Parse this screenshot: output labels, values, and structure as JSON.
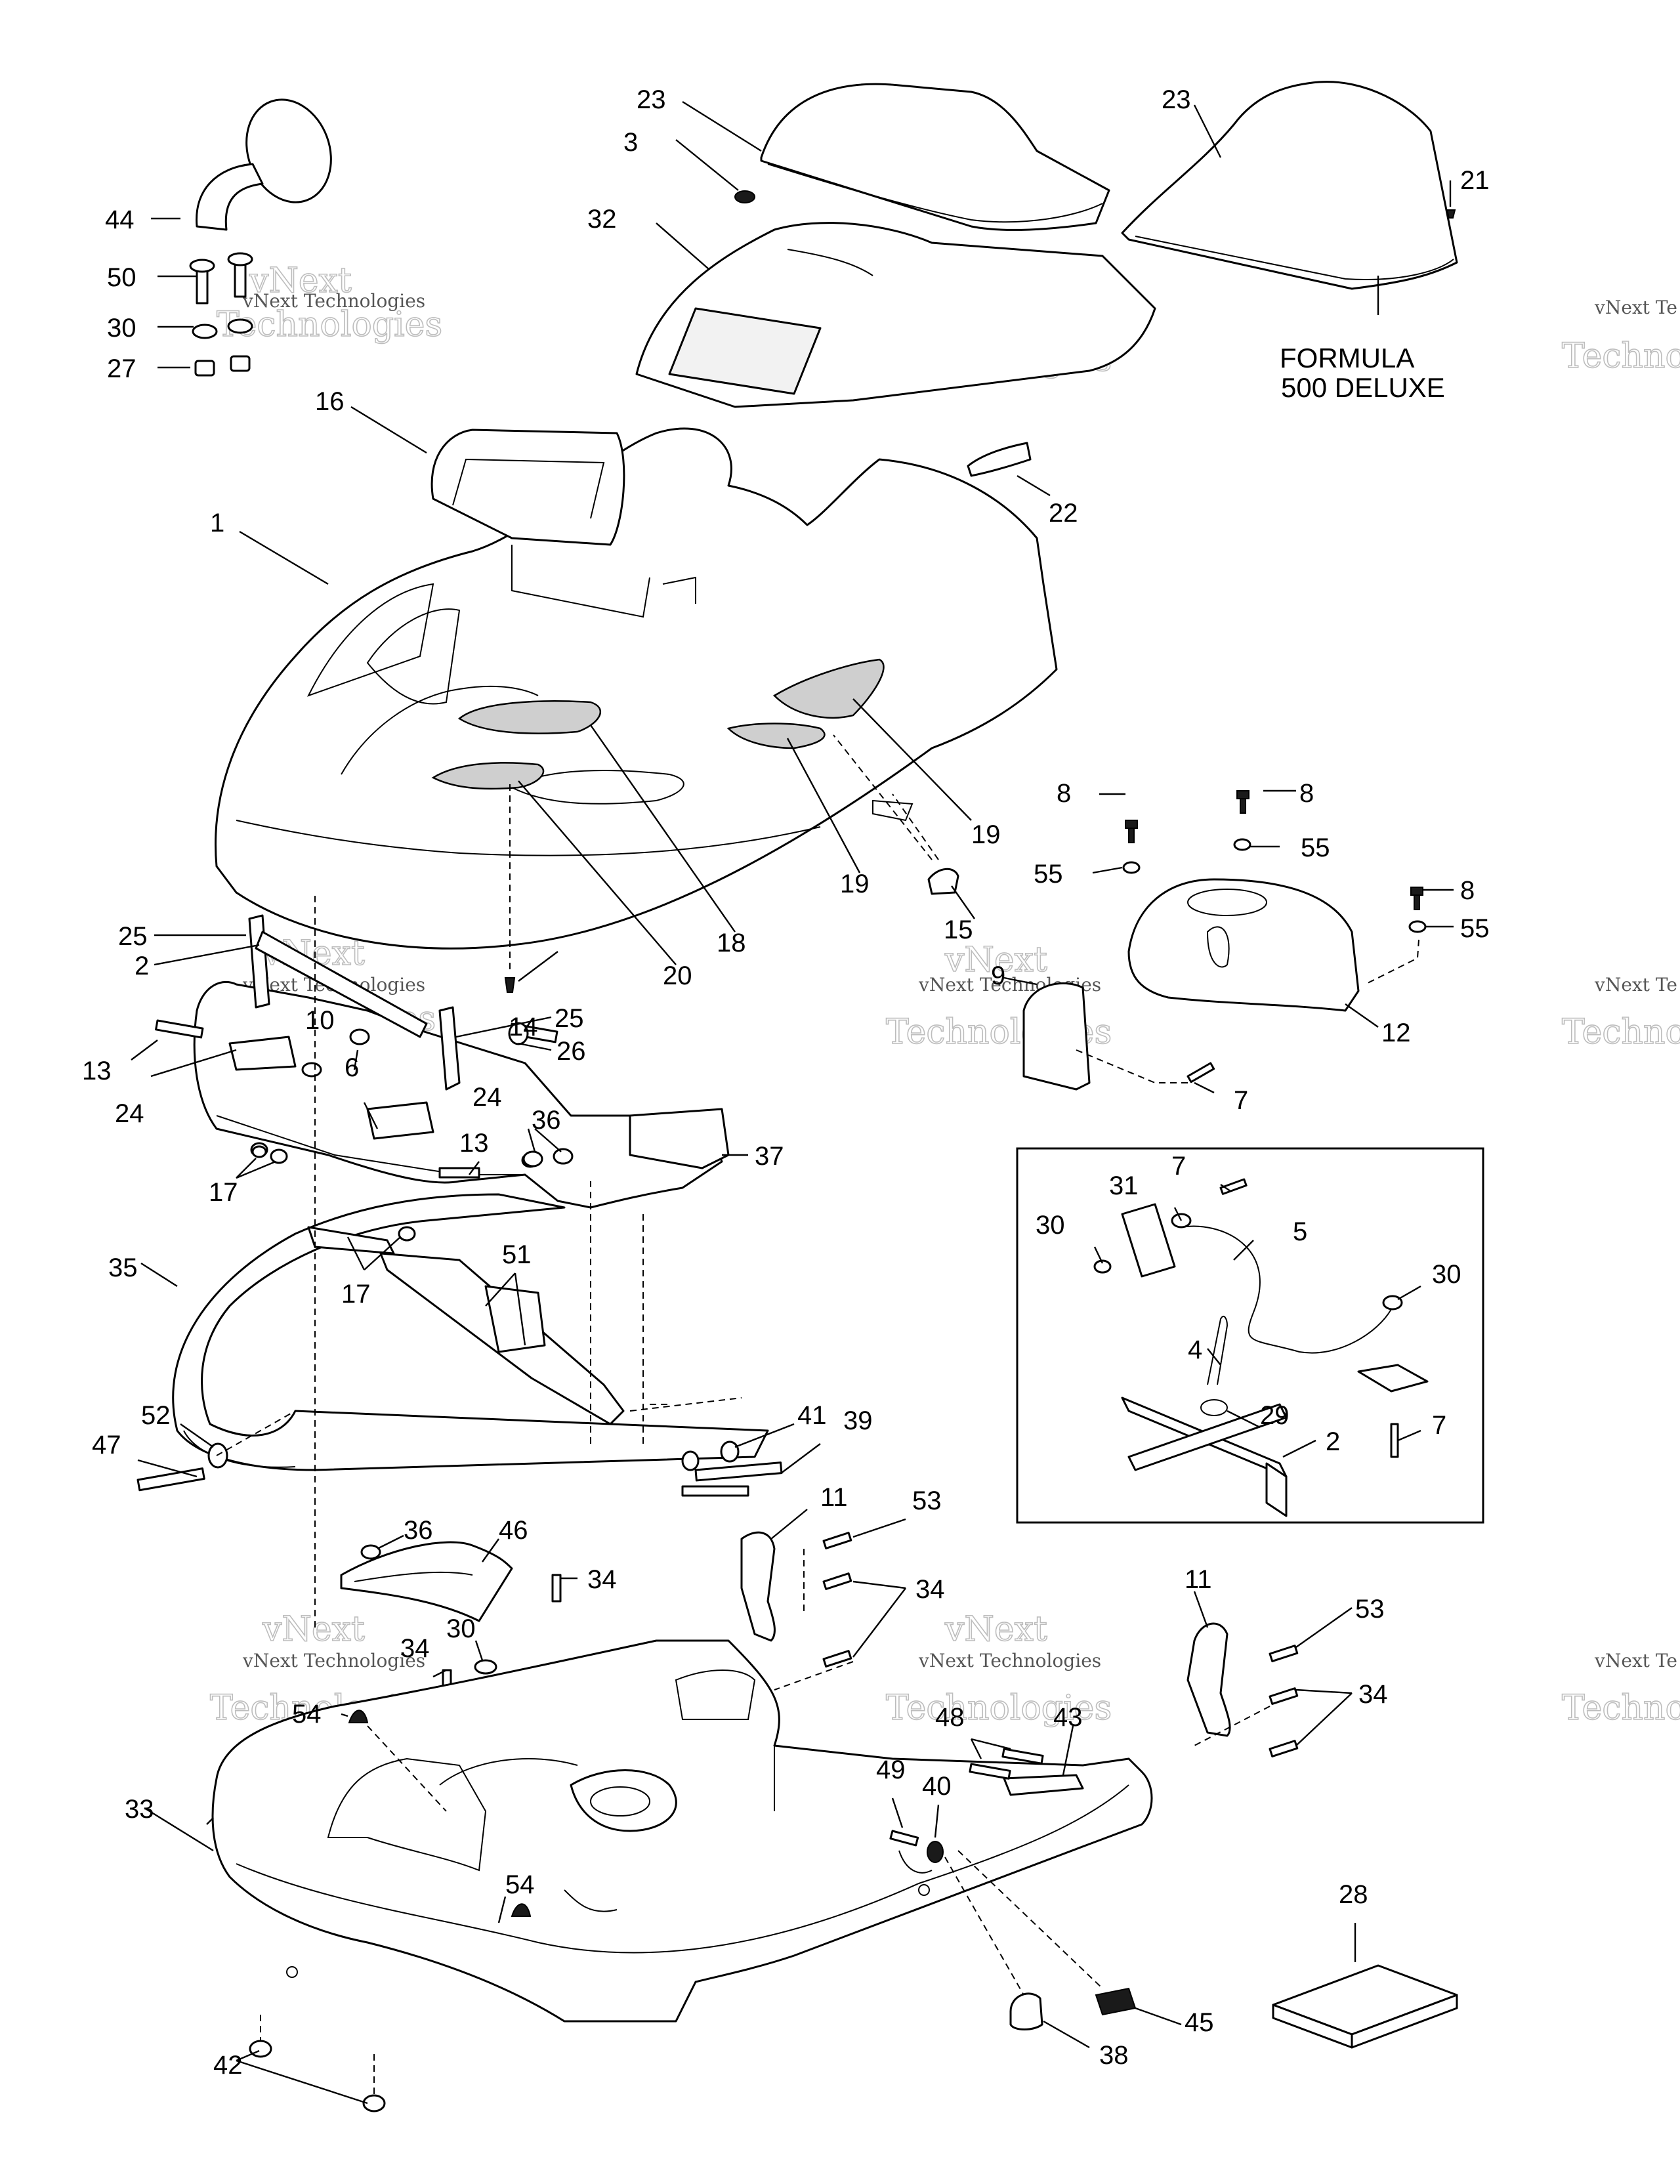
{
  "callouts": [
    "1",
    "2",
    "2",
    "3",
    "4",
    "5",
    "6",
    "7",
    "7",
    "7",
    "8",
    "8",
    "8",
    "9",
    "10",
    "11",
    "11",
    "12",
    "13",
    "13",
    "14",
    "15",
    "16",
    "17",
    "17",
    "18",
    "19",
    "19",
    "20",
    "21",
    "22",
    "23",
    "23",
    "24",
    "24",
    "25",
    "25",
    "26",
    "27",
    "28",
    "29",
    "30",
    "30",
    "30",
    "30",
    "31",
    "32",
    "33",
    "34",
    "34",
    "34",
    "34",
    "35",
    "36",
    "36",
    "37",
    "38",
    "39",
    "40",
    "41",
    "42",
    "43",
    "44",
    "45",
    "46",
    "47",
    "48",
    "49",
    "50",
    "51",
    "52",
    "53",
    "53",
    "54",
    "54",
    "55",
    "55",
    "55"
  ],
  "model_note": {
    "line1": "FORMULA",
    "line2": "500 DELUXE"
  },
  "watermark": {
    "brand_top": "vNext",
    "brand_bottom": "Technologies",
    "small": "vNext Technologies",
    "edge_top": "vNext Te",
    "edge_bottom": "Technologies"
  }
}
